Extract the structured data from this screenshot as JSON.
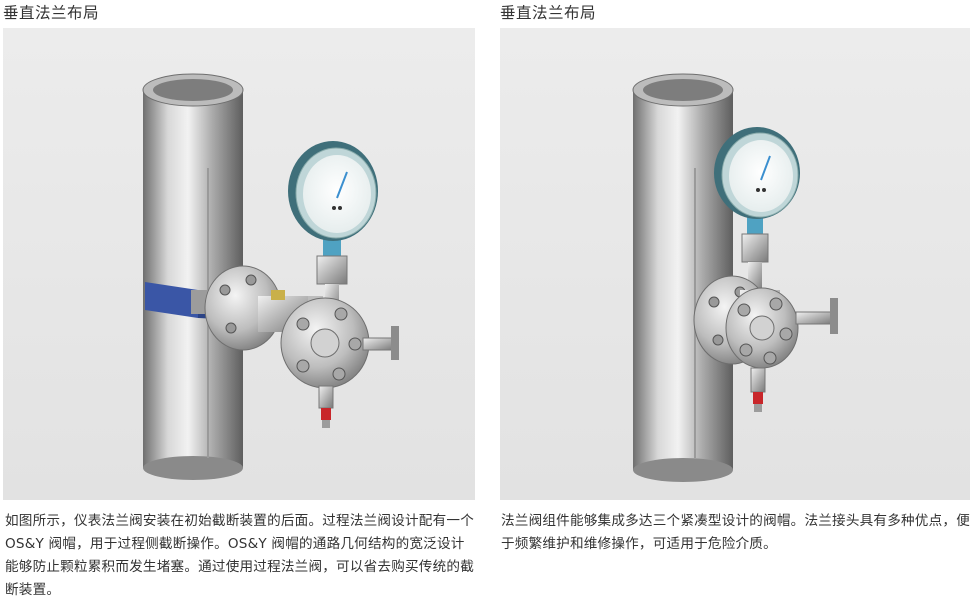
{
  "sections": [
    {
      "heading": "垂直法兰布局",
      "caption": "如图所示，仪表法兰阀安装在初始截断装置的后面。过程法兰阀设计配有一个 OS&Y 阀帽，用于过程侧截断操作。OS&Y 阀帽的通路几何结构的宽泛设计能够防止颗粒累积而发生堵塞。通过使用过程法兰阀，可以省去购买传统的截断装置。",
      "figure_icons": [
        "vertical-pipe",
        "pressure-gauge",
        "flange-valve",
        "pipe-clamp",
        "needle-valve-handle",
        "drain-valve"
      ]
    },
    {
      "heading": "垂直法兰布局",
      "caption": "法兰阀组件能够集成多达三个紧凑型设计的阀帽。法兰接头具有多种优点，便于频繁维护和维修操作，可适用于危险介质。",
      "figure_icons": [
        "vertical-pipe",
        "pressure-gauge",
        "flange-valve",
        "needle-valve-handle",
        "drain-valve"
      ]
    }
  ],
  "colors": {
    "text": "#333333",
    "figure_background": "#e6e6e6",
    "gauge_body": "#4a7a86",
    "clamp": "#3a56a6",
    "drain_tip": "#c8262a"
  }
}
